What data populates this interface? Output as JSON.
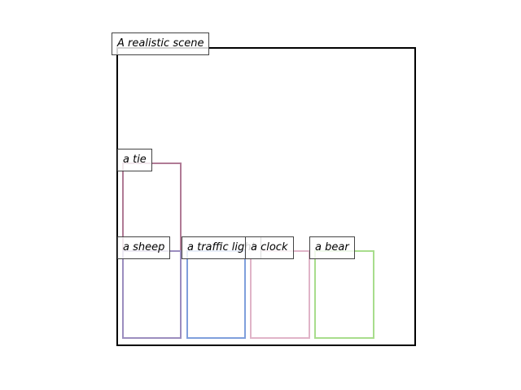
{
  "scene": {
    "caption": "A realistic scene",
    "border_color": "#000000"
  },
  "objects": [
    {
      "label": "a tie",
      "color": "#b07a95"
    },
    {
      "label": "a sheep",
      "color": "#9b8dbf"
    },
    {
      "label": "a traffic light",
      "color": "#7f9fdc"
    },
    {
      "label": "a clock",
      "color": "#e0b4c8"
    },
    {
      "label": "a bear",
      "color": "#a8dd8c"
    }
  ]
}
